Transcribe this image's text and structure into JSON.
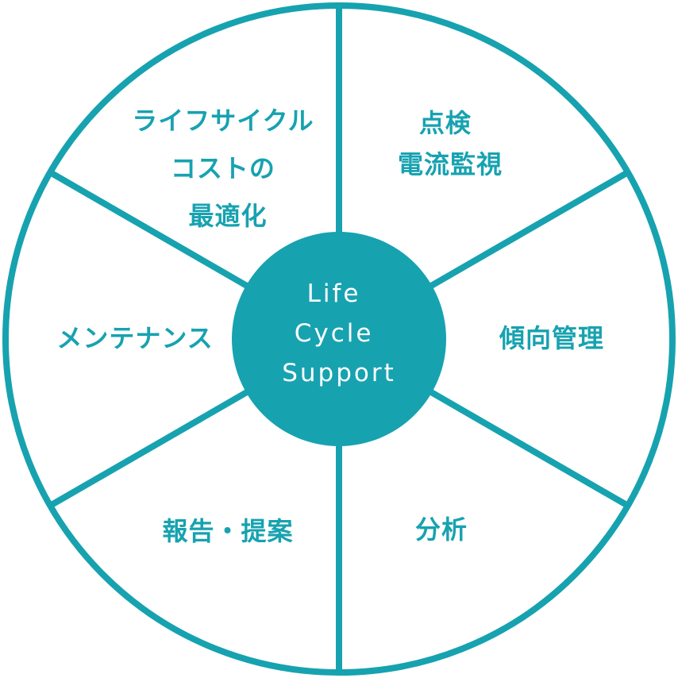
{
  "colors": {
    "accent": "#17a2b0",
    "background": "#ffffff",
    "center_text": "#ffffff"
  },
  "center": {
    "lines": [
      "Life",
      "Cycle",
      "Support"
    ]
  },
  "segments": [
    {
      "id": "top-right",
      "lines": [
        "点検",
        "電流監視"
      ]
    },
    {
      "id": "right",
      "lines": [
        "傾向管理"
      ]
    },
    {
      "id": "bottom-right",
      "lines": [
        "分析"
      ]
    },
    {
      "id": "bottom-left",
      "lines": [
        "報告・提案"
      ]
    },
    {
      "id": "left",
      "lines": [
        "メンテナンス"
      ]
    },
    {
      "id": "top-left",
      "lines": [
        "ライフサイクル",
        "コストの",
        "最適化"
      ]
    }
  ]
}
